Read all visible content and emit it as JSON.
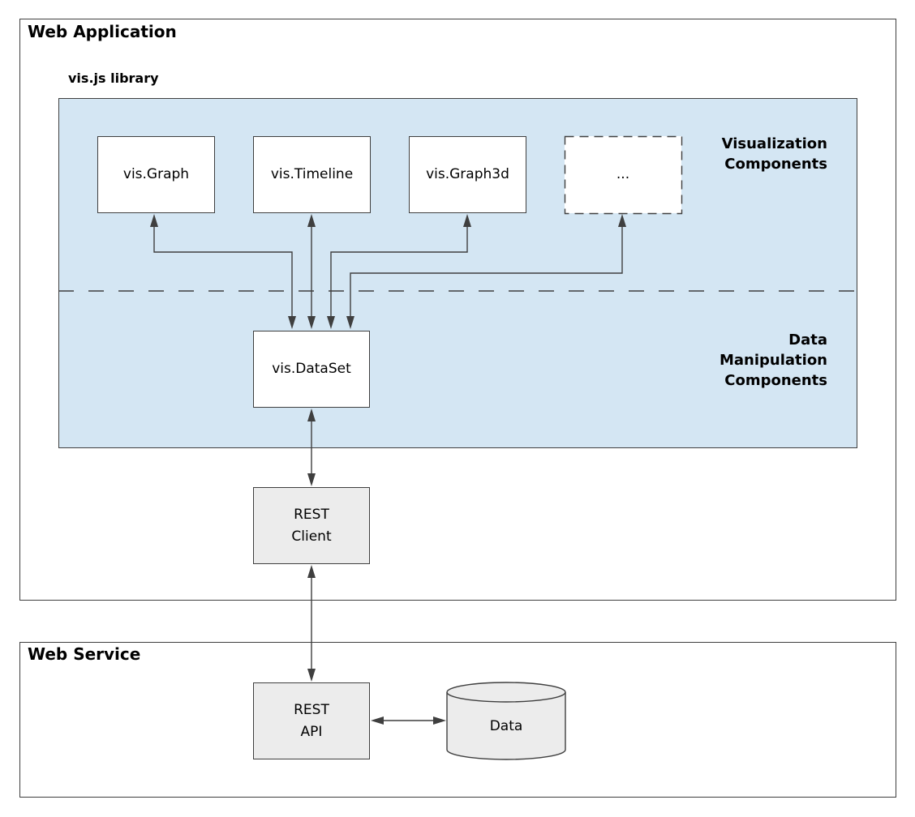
{
  "colors": {
    "panel_blue": "#d4e6f3",
    "node_grey": "#ececec",
    "node_white": "#ffffff",
    "stroke": "#3f3f3f"
  },
  "web_application": {
    "title": "Web Application",
    "library": {
      "title": "vis.js library",
      "section_visualization": {
        "line1": "Visualization",
        "line2": "Components"
      },
      "section_data_manipulation": {
        "line1": "Data",
        "line2": "Manipulation",
        "line3": "Components"
      },
      "components": [
        {
          "label": "vis.Graph"
        },
        {
          "label": "vis.Timeline"
        },
        {
          "label": "vis.Graph3d"
        },
        {
          "label": "..."
        }
      ],
      "dataset": {
        "label": "vis.DataSet"
      }
    },
    "rest_client": {
      "line1": "REST",
      "line2": "Client"
    }
  },
  "web_service": {
    "title": "Web Service",
    "rest_api": {
      "line1": "REST",
      "line2": "API"
    },
    "data_store": {
      "label": "Data"
    }
  }
}
